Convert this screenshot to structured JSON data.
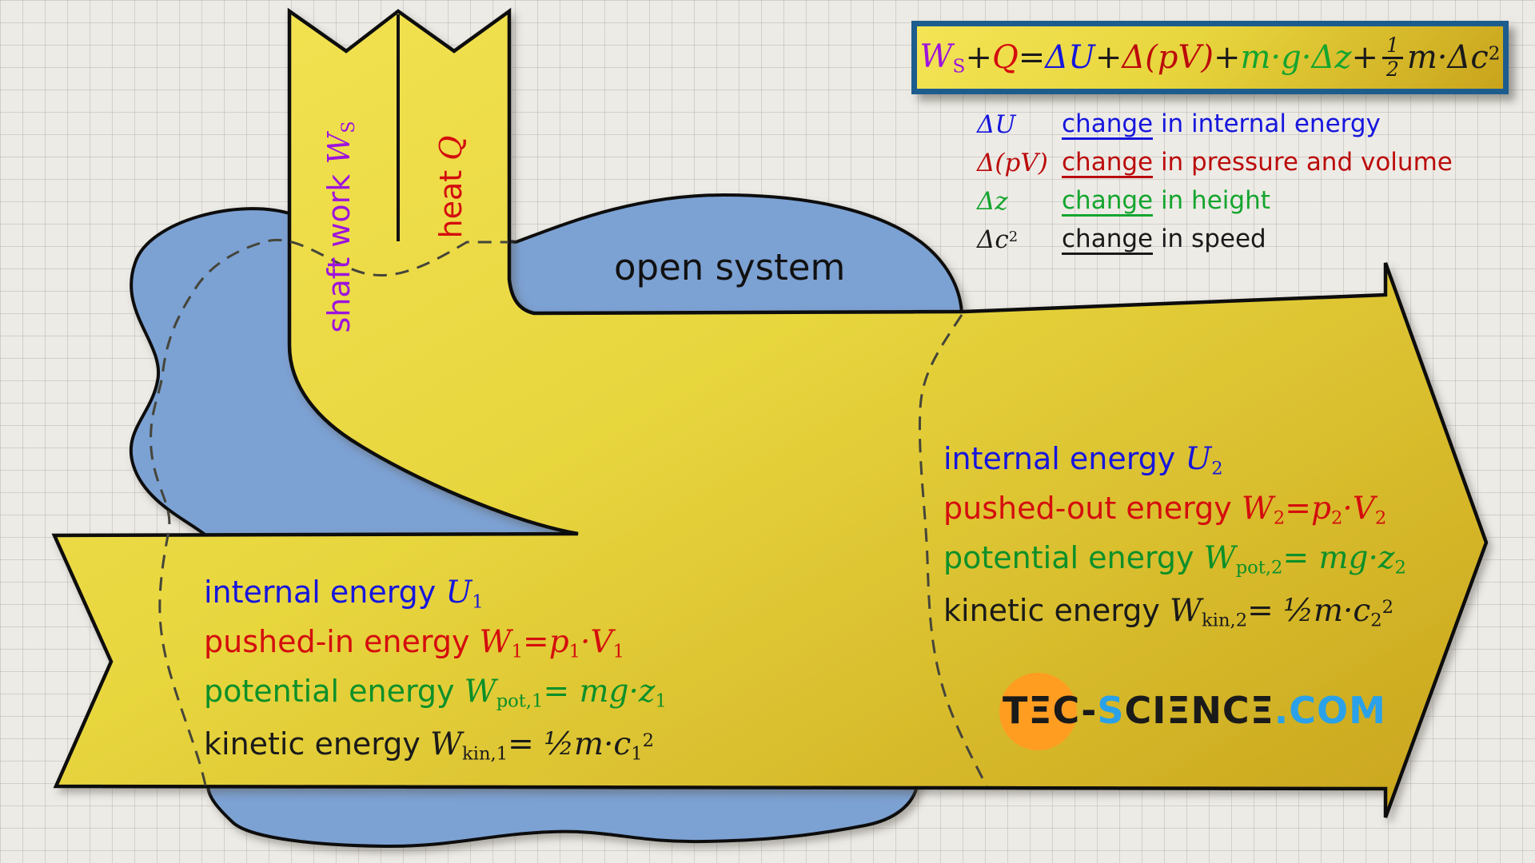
{
  "flows": {
    "shaft_label": "shaft work ",
    "shaft_sym": "W",
    "shaft_sub": "S",
    "heat_label": "heat ",
    "heat_sym": "Q",
    "open_system": "open system"
  },
  "equation": {
    "ws": "W",
    "ws_sub": "S",
    "plus1": "+",
    "q": "Q",
    "equals": " = ",
    "delta_u": "ΔU",
    "plus2": "+",
    "delta_pv": "Δ(pV)",
    "plus3": "+",
    "mgz": "m·g·Δz",
    "plus4": "+",
    "frac_num": "1",
    "frac_den": "2",
    "tail": "m·Δc",
    "tail_sup": "2"
  },
  "legend": {
    "rows": [
      {
        "sym": "ΔU",
        "sup": "",
        "link": "change",
        "rest": " in internal energy"
      },
      {
        "sym": "Δ(pV)",
        "sup": "",
        "link": "change",
        "rest": " in pressure and volume"
      },
      {
        "sym": "Δz",
        "sup": "",
        "link": "change",
        "rest": " in height"
      },
      {
        "sym": "Δc",
        "sup": "2",
        "link": "change",
        "rest": " in speed"
      }
    ]
  },
  "inlet": {
    "l1a": "internal energy ",
    "l1b": "U",
    "l1c": "1",
    "l2a": "pushed-in energy ",
    "l2b": "W",
    "l2c": "1",
    "l2d": "=",
    "l2e": "p",
    "l2f": "1",
    "l2g": "·",
    "l2h": "V",
    "l2i": "1",
    "l3a": "potential energy ",
    "l3b": "W",
    "l3c": "pot,1",
    "l3d": "= ",
    "l3e": "mg·z",
    "l3f": "1",
    "l4a": "kinetic energy ",
    "l4b": "W",
    "l4c": "kin,1",
    "l4d": "= ",
    "l4e": "½m·c",
    "l4f": "1",
    "l4g": "2"
  },
  "outlet": {
    "l1a": "internal energy ",
    "l1b": "U",
    "l1c": "2",
    "l2a": "pushed-out energy ",
    "l2b": "W",
    "l2c": "2",
    "l2d": "=",
    "l2e": "p",
    "l2f": "2",
    "l2g": "·",
    "l2h": "V",
    "l2i": "2",
    "l3a": "potential energy ",
    "l3b": "W",
    "l3c": "pot,2",
    "l3d": "= ",
    "l3e": "mg·z",
    "l3f": "2",
    "l4a": "kinetic energy ",
    "l4b": "W",
    "l4c": "kin,2",
    "l4d": "= ",
    "l4e": "½m·c",
    "l4f": "2",
    "l4g": "2"
  },
  "logo": {
    "t1": "TΞC-",
    "t2": "S",
    "t3": "CIΞNCΞ",
    "t4": ".COM"
  },
  "colors": {
    "blue": "#1616dd",
    "red": "#d40d0d",
    "dark_red": "#bb0b0b",
    "green": "#0c9029",
    "bright_green": "#14a52e",
    "purple": "#9d13dd",
    "black": "#1a1a1a",
    "logo_blue": "#2aa1e8",
    "logo_orange": "#ff9d21",
    "flow_yellow_light": "#f2e24b",
    "flow_yellow_dark": "#c9a41c",
    "system_blue": "#7ba1d3",
    "box_border": "#1d5d8e",
    "dash": "#45453a"
  }
}
